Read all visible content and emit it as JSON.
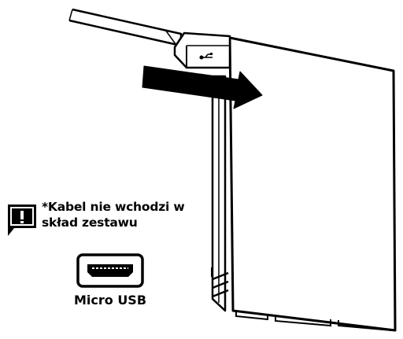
{
  "note": {
    "line1": "*Kabel nie wchodzi w",
    "line2": "skład zestawu"
  },
  "port": {
    "label": "Micro USB"
  },
  "icons": [
    "warning-note-icon",
    "micro-usb-port-icon",
    "usb-symbol-icon",
    "insert-arrow-icon"
  ]
}
